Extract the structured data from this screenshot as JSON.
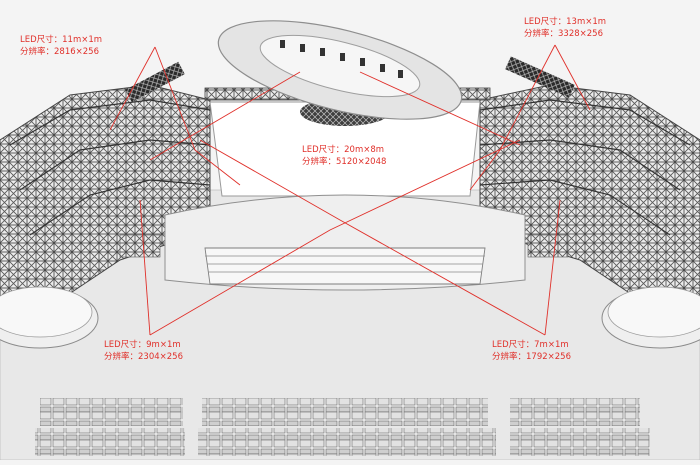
{
  "annotations": [
    {
      "id": "top-left",
      "size": "LED尺寸：11m×1m",
      "resolution": "分辨率：2816×256"
    },
    {
      "id": "top-right",
      "size": "LED尺寸：13m×1m",
      "resolution": "分辨率：3328×256"
    },
    {
      "id": "center",
      "size": "LED尺寸：20m×8m",
      "resolution": "分辨率：5120×2048"
    },
    {
      "id": "bottom-left",
      "size": "LED尺寸：9m×1m",
      "resolution": "分辨率：2304×256"
    },
    {
      "id": "bottom-right",
      "size": "LED尺寸：7m×1m",
      "resolution": "分辨率：1792×256"
    }
  ],
  "colors": {
    "annotation": "#e0302a",
    "truss": "#555555",
    "floor": "#e6e6e6",
    "screen": "#ffffff"
  }
}
